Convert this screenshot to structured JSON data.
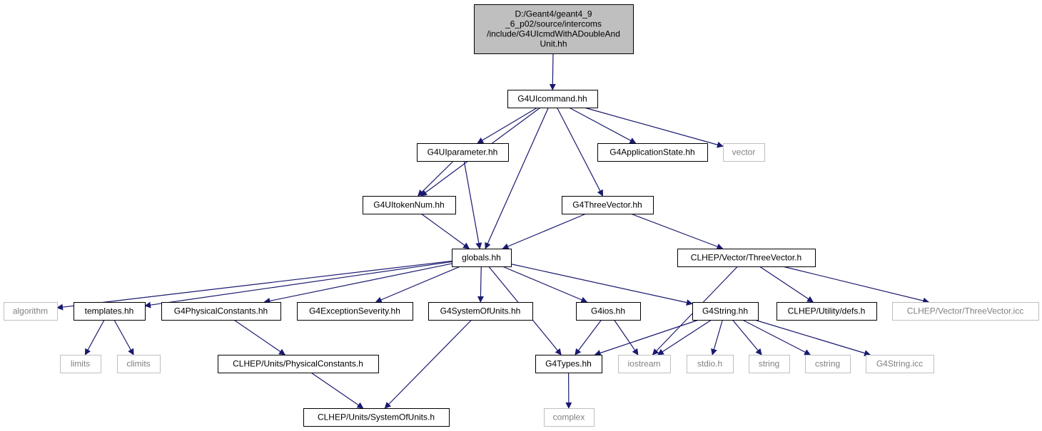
{
  "colors": {
    "edge": "#191970",
    "root_fill": "#bfbfbf",
    "node_border": "#000000",
    "sys_border": "#bfbfbf",
    "sys_text": "#808080"
  },
  "nodes": [
    {
      "id": "root",
      "lines": [
        "D:/Geant4/geant4_9",
        "_6_p02/source/intercoms",
        "/include/G4UIcmdWithADoubleAnd",
        "Unit.hh"
      ],
      "kind": "root"
    },
    {
      "id": "g4uicommand",
      "lines": [
        "G4UIcommand.hh"
      ],
      "kind": "file"
    },
    {
      "id": "g4uiparameter",
      "lines": [
        "G4UIparameter.hh"
      ],
      "kind": "file"
    },
    {
      "id": "g4appstate",
      "lines": [
        "G4ApplicationState.hh"
      ],
      "kind": "file"
    },
    {
      "id": "vector",
      "lines": [
        "vector"
      ],
      "kind": "sys"
    },
    {
      "id": "g4uitokennum",
      "lines": [
        "G4UItokenNum.hh"
      ],
      "kind": "file"
    },
    {
      "id": "g4threevector",
      "lines": [
        "G4ThreeVector.hh"
      ],
      "kind": "file"
    },
    {
      "id": "globals",
      "lines": [
        "globals.hh"
      ],
      "kind": "file"
    },
    {
      "id": "clhep_threevector",
      "lines": [
        "CLHEP/Vector/ThreeVector.h"
      ],
      "kind": "file"
    },
    {
      "id": "algorithm",
      "lines": [
        "algorithm"
      ],
      "kind": "sys"
    },
    {
      "id": "templates",
      "lines": [
        "templates.hh"
      ],
      "kind": "file"
    },
    {
      "id": "g4physconst",
      "lines": [
        "G4PhysicalConstants.hh"
      ],
      "kind": "file"
    },
    {
      "id": "g4excsev",
      "lines": [
        "G4ExceptionSeverity.hh"
      ],
      "kind": "file"
    },
    {
      "id": "g4sysunits",
      "lines": [
        "G4SystemOfUnits.hh"
      ],
      "kind": "file"
    },
    {
      "id": "g4ios",
      "lines": [
        "G4ios.hh"
      ],
      "kind": "file"
    },
    {
      "id": "g4string",
      "lines": [
        "G4String.hh"
      ],
      "kind": "file"
    },
    {
      "id": "clhep_defs",
      "lines": [
        "CLHEP/Utility/defs.h"
      ],
      "kind": "file"
    },
    {
      "id": "clhep_threevector_icc",
      "lines": [
        "CLHEP/Vector/ThreeVector.icc"
      ],
      "kind": "sys"
    },
    {
      "id": "limits",
      "lines": [
        "limits"
      ],
      "kind": "sys"
    },
    {
      "id": "climits",
      "lines": [
        "climits"
      ],
      "kind": "sys"
    },
    {
      "id": "clhep_physconst",
      "lines": [
        "CLHEP/Units/PhysicalConstants.h"
      ],
      "kind": "file"
    },
    {
      "id": "g4types",
      "lines": [
        "G4Types.hh"
      ],
      "kind": "file"
    },
    {
      "id": "iostream",
      "lines": [
        "iostream"
      ],
      "kind": "sys"
    },
    {
      "id": "stdio",
      "lines": [
        "stdio.h"
      ],
      "kind": "sys"
    },
    {
      "id": "string",
      "lines": [
        "string"
      ],
      "kind": "sys"
    },
    {
      "id": "cstring",
      "lines": [
        "cstring"
      ],
      "kind": "sys"
    },
    {
      "id": "g4string_icc",
      "lines": [
        "G4String.icc"
      ],
      "kind": "sys"
    },
    {
      "id": "clhep_sysunits",
      "lines": [
        "CLHEP/Units/SystemOfUnits.h"
      ],
      "kind": "file"
    },
    {
      "id": "complex",
      "lines": [
        "complex"
      ],
      "kind": "sys"
    }
  ],
  "edges": [
    [
      "root",
      "g4uicommand"
    ],
    [
      "g4uicommand",
      "g4uiparameter"
    ],
    [
      "g4uicommand",
      "g4appstate"
    ],
    [
      "g4uicommand",
      "vector"
    ],
    [
      "g4uicommand",
      "g4uitokennum"
    ],
    [
      "g4uicommand",
      "globals"
    ],
    [
      "g4uicommand",
      "g4threevector"
    ],
    [
      "g4uiparameter",
      "g4uitokennum"
    ],
    [
      "g4uiparameter",
      "globals"
    ],
    [
      "g4uitokennum",
      "globals"
    ],
    [
      "g4threevector",
      "globals"
    ],
    [
      "g4threevector",
      "clhep_threevector"
    ],
    [
      "globals",
      "algorithm"
    ],
    [
      "globals",
      "templates"
    ],
    [
      "globals",
      "g4physconst"
    ],
    [
      "globals",
      "g4excsev"
    ],
    [
      "globals",
      "g4sysunits"
    ],
    [
      "globals",
      "g4types"
    ],
    [
      "globals",
      "g4ios"
    ],
    [
      "globals",
      "g4string"
    ],
    [
      "clhep_threevector",
      "iostream"
    ],
    [
      "clhep_threevector",
      "clhep_defs"
    ],
    [
      "clhep_threevector",
      "clhep_threevector_icc"
    ],
    [
      "templates",
      "limits"
    ],
    [
      "templates",
      "climits"
    ],
    [
      "g4physconst",
      "clhep_physconst"
    ],
    [
      "g4sysunits",
      "clhep_sysunits"
    ],
    [
      "g4ios",
      "g4types"
    ],
    [
      "g4ios",
      "iostream"
    ],
    [
      "g4string",
      "g4types"
    ],
    [
      "g4string",
      "iostream"
    ],
    [
      "g4string",
      "stdio"
    ],
    [
      "g4string",
      "string"
    ],
    [
      "g4string",
      "cstring"
    ],
    [
      "g4string",
      "g4string_icc"
    ],
    [
      "clhep_physconst",
      "clhep_sysunits"
    ],
    [
      "g4types",
      "complex"
    ]
  ]
}
